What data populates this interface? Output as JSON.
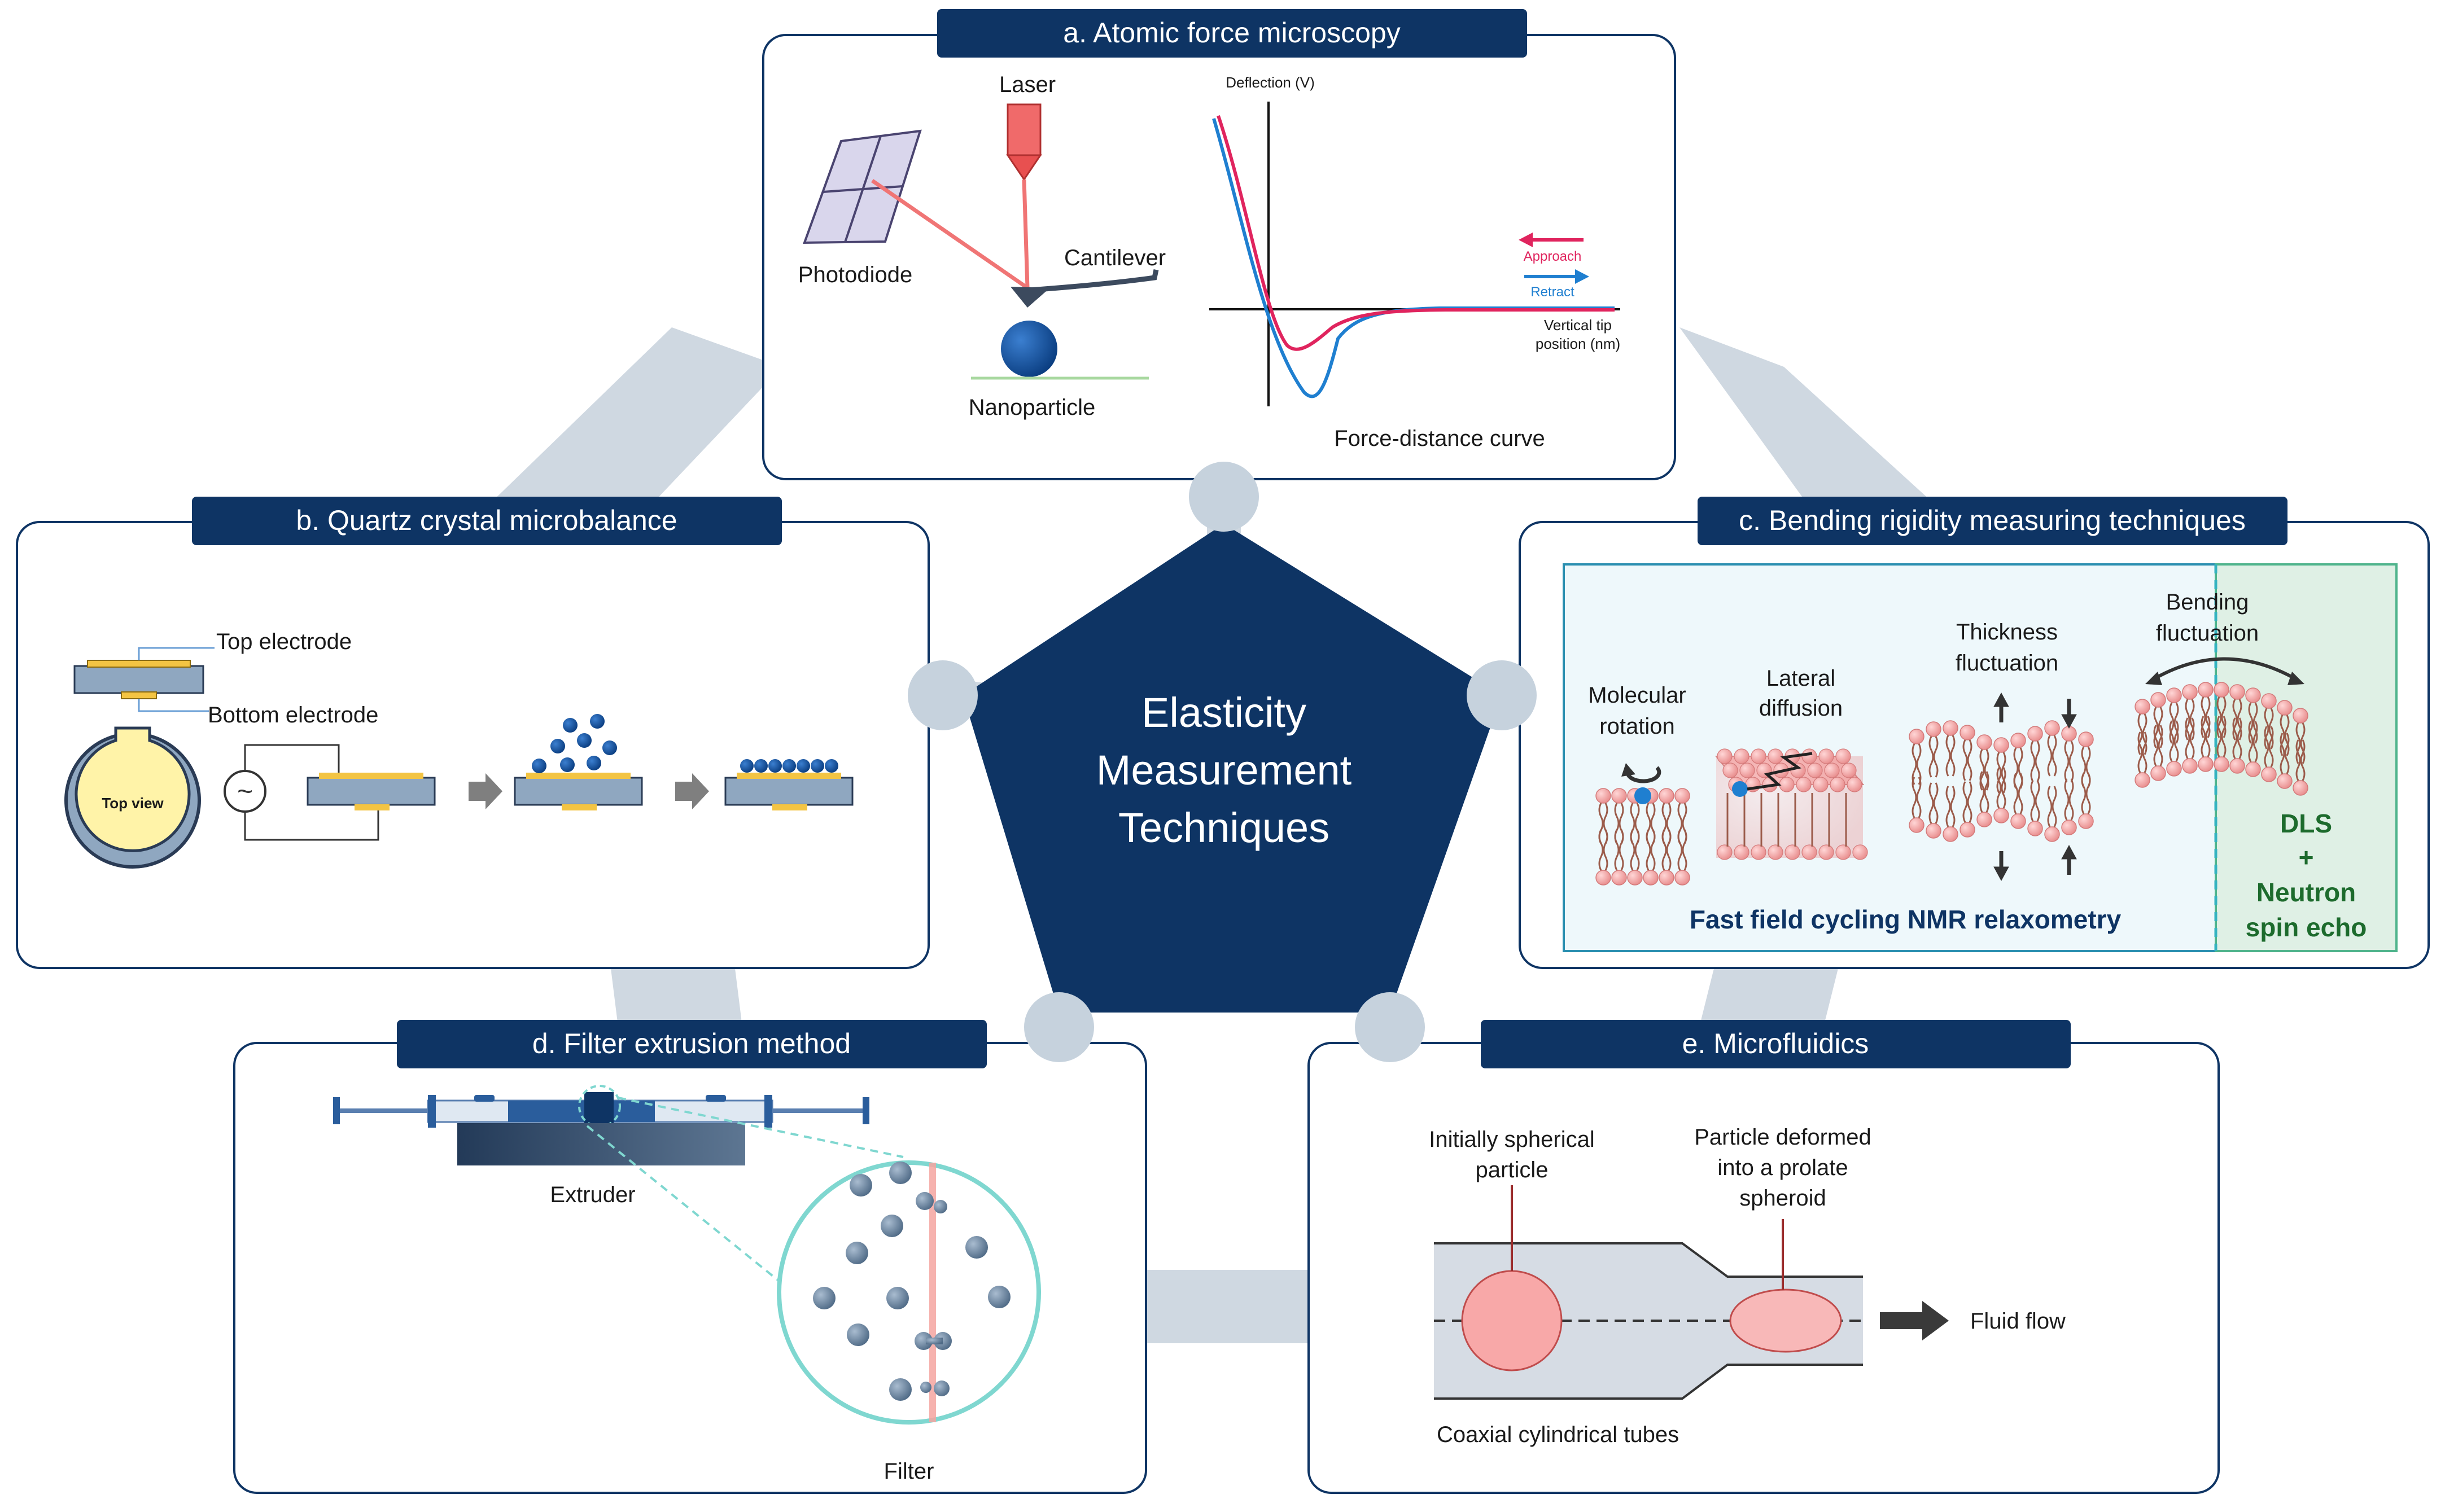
{
  "center": {
    "line1": "Elasticity",
    "line2": "Measurement",
    "line3": "Techniques"
  },
  "panels": {
    "afm": {
      "title": "a. Atomic force microscopy",
      "laser": "Laser",
      "photodiode": "Photodiode",
      "cantilever": "Cantilever",
      "nanoparticle": "Nanoparticle",
      "y_axis": "Deflection (V)",
      "approach": "Approach",
      "retract": "Retract",
      "x_axis_1": "Vertical tip",
      "x_axis_2": "position (nm)",
      "curve_caption": "Force-distance curve"
    },
    "qcm": {
      "title": "b. Quartz crystal microbalance",
      "top_electrode": "Top electrode",
      "bottom_electrode": "Bottom electrode",
      "top_view": "Top view",
      "ac_symbol": "~"
    },
    "bending": {
      "title": "c. Bending rigidity measuring techniques",
      "molecular_1": "Molecular",
      "molecular_2": "rotation",
      "lateral_1": "Lateral",
      "lateral_2": "diffusion",
      "thickness_1": "Thickness",
      "thickness_2": "fluctuation",
      "bending_1": "Bending",
      "bending_2": "fluctuation",
      "nmr": "Fast field cycling NMR relaxometry",
      "dls_1": "DLS",
      "dls_2": "+",
      "dls_3": "Neutron",
      "dls_4": "spin echo"
    },
    "filter": {
      "title": "d. Filter extrusion method",
      "extruder": "Extruder",
      "filter": "Filter"
    },
    "micro": {
      "title": "e. Microfluidics",
      "initial_1": "Initially spherical",
      "initial_2": "particle",
      "deformed_1": "Particle deformed",
      "deformed_2": "into a prolate",
      "deformed_3": "spheroid",
      "fluid_flow": "Fluid flow",
      "tubes": "Coaxial cylindrical tubes"
    }
  },
  "colors": {
    "navy": "#0e3464",
    "connector": "#cfd8e1",
    "approach": "#e0245e",
    "retract": "#1f7fd0",
    "lipid": "#f4a8a8",
    "nmr_bg": "#eef8fb",
    "dls_bg": "#dff0e5",
    "dls_text": "#1d6b2d"
  }
}
